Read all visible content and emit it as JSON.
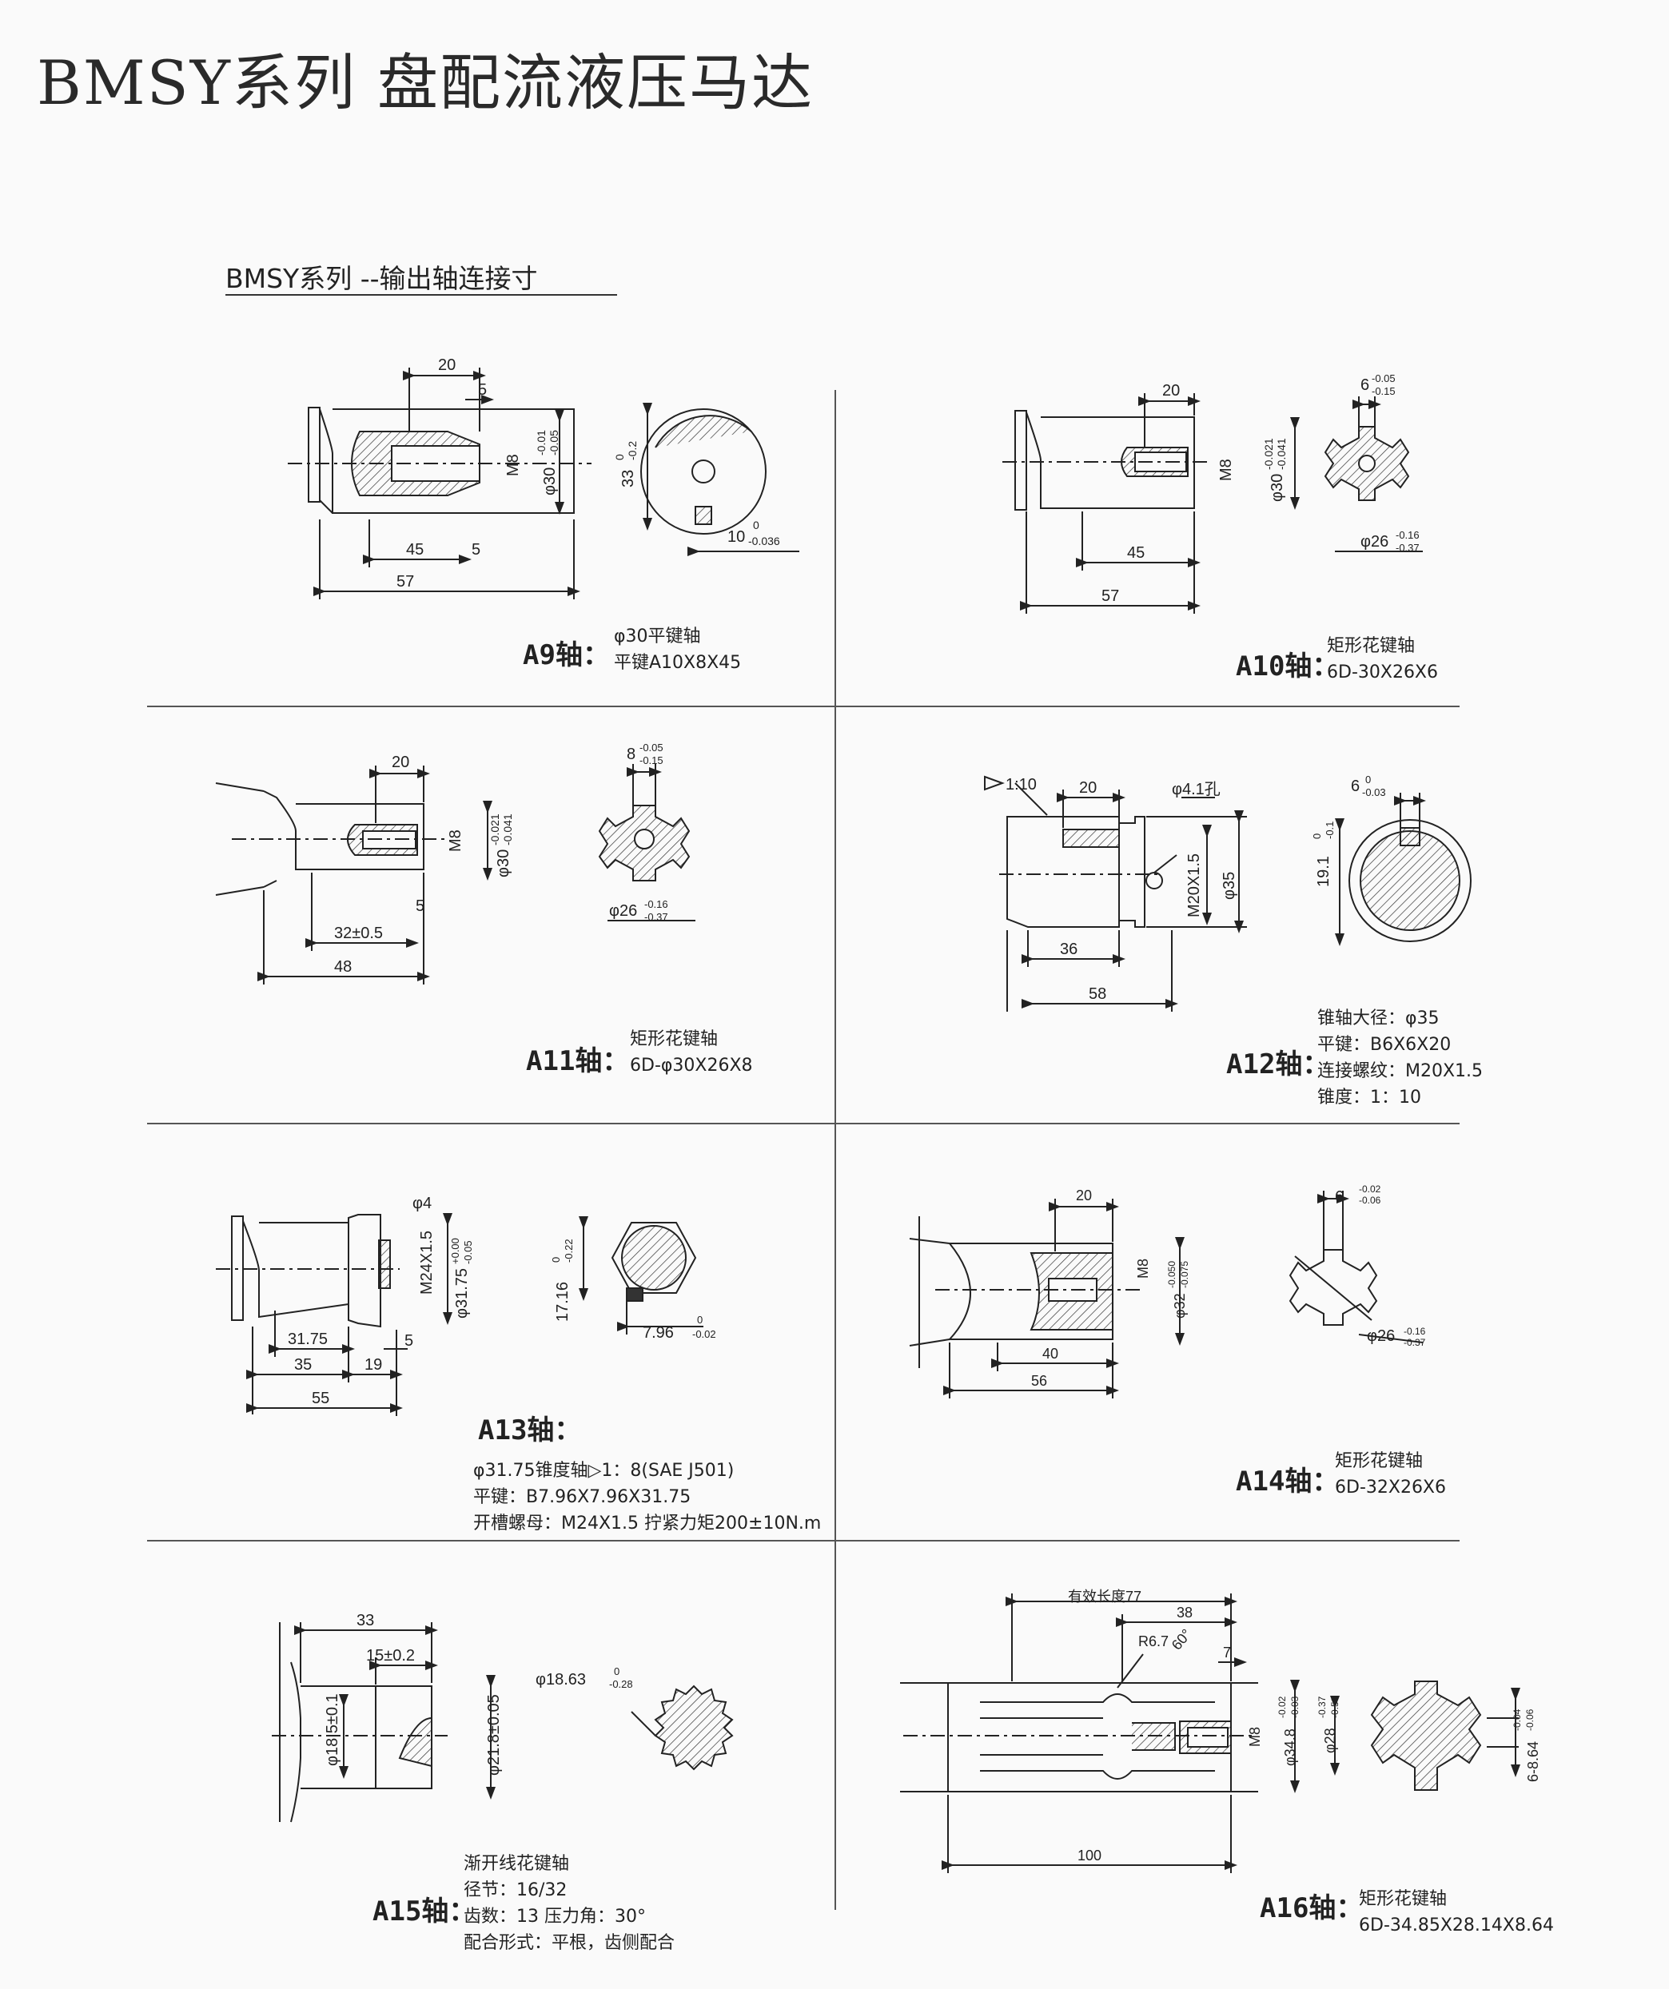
{
  "page_title": "BMSY系列 盘配流液压马达",
  "section_title": "BMSY系列 --输出轴连接寸",
  "shafts": [
    {
      "id": "A9",
      "label": "A9轴：",
      "notes": [
        "φ30平键轴",
        "平键A10X8X45"
      ],
      "dims": [
        "20",
        "5",
        "M8",
        "φ30",
        "-0.01",
        "-0.05",
        "45",
        "5",
        "57",
        "33",
        "0",
        "-0.2",
        "10",
        "0",
        "-0.036"
      ]
    },
    {
      "id": "A10",
      "label": "A10轴：",
      "notes": [
        "矩形花键轴",
        "6D-30X26X6"
      ],
      "dims": [
        "20",
        "M8",
        "φ30",
        "-0.021",
        "-0.041",
        "45",
        "57",
        "6",
        "-0.05",
        "-0.15",
        "φ26",
        "-0.16",
        "-0.37"
      ]
    },
    {
      "id": "A11",
      "label": "A11轴：",
      "notes": [
        "矩形花键轴",
        "6D-φ30X26X8"
      ],
      "dims": [
        "20",
        "M8",
        "φ30",
        "-0.021",
        "-0.041",
        "5",
        "32±0.5",
        "48",
        "8",
        "-0.05",
        "-0.15",
        "φ26",
        "-0.16",
        "-0.37"
      ]
    },
    {
      "id": "A12",
      "label": "A12轴：",
      "notes": [
        "锥轴大径：φ35",
        "平键：B6X6X20",
        "连接螺纹：M20X1.5",
        "锥度：1：10"
      ],
      "dims": [
        "1:10",
        "20",
        "φ4.1孔",
        "M20X1.5",
        "φ35",
        "36",
        "58",
        "6",
        "0",
        "-0.03",
        "19.1",
        "0",
        "-0.1"
      ]
    },
    {
      "id": "A13",
      "label": "A13轴：",
      "notes": [
        "φ31.75锥度轴▷1：8(SAE J501)",
        "平键：B7.96X7.96X31.75",
        "开槽螺母：M24X1.5 拧紧力矩200±10N.m"
      ],
      "dims": [
        "φ4",
        "M24X1.5",
        "φ31.75",
        "+0.00",
        "-0.05",
        "31.75",
        "5",
        "35",
        "19",
        "55",
        "17.16",
        "0",
        "-0.22",
        "7.96",
        "0",
        "-0.02"
      ]
    },
    {
      "id": "A14",
      "label": "A14轴：",
      "notes": [
        "矩形花键轴",
        "6D-32X26X6"
      ],
      "dims": [
        "20",
        "M8",
        "φ32",
        "-0.050",
        "-0.075",
        "40",
        "56",
        "6",
        "-0.02",
        "-0.06",
        "φ26",
        "-0.16",
        "-0.37"
      ]
    },
    {
      "id": "A15",
      "label": "A15轴：",
      "notes": [
        "渐开线花键轴",
        "径节：16/32",
        "齿数：13 压力角：30°",
        "配合形式：平根，齿侧配合"
      ],
      "dims": [
        "33",
        "15±0.2",
        "φ18.5±0.1",
        "φ21.8±0.05",
        "φ18.63",
        "0",
        "-0.28"
      ]
    },
    {
      "id": "A16",
      "label": "A16轴：",
      "notes": [
        "矩形花键轴",
        "6D-34.85X28.14X8.64"
      ],
      "dims": [
        "有效长度77",
        "38",
        "R6.7",
        "60°",
        "7",
        "M8",
        "φ34.8",
        "-0.02",
        "-0.03",
        "φ28",
        "-0.37",
        "-0.50",
        "6-8.64",
        "-0.04",
        "-0.06",
        "100"
      ]
    }
  ]
}
